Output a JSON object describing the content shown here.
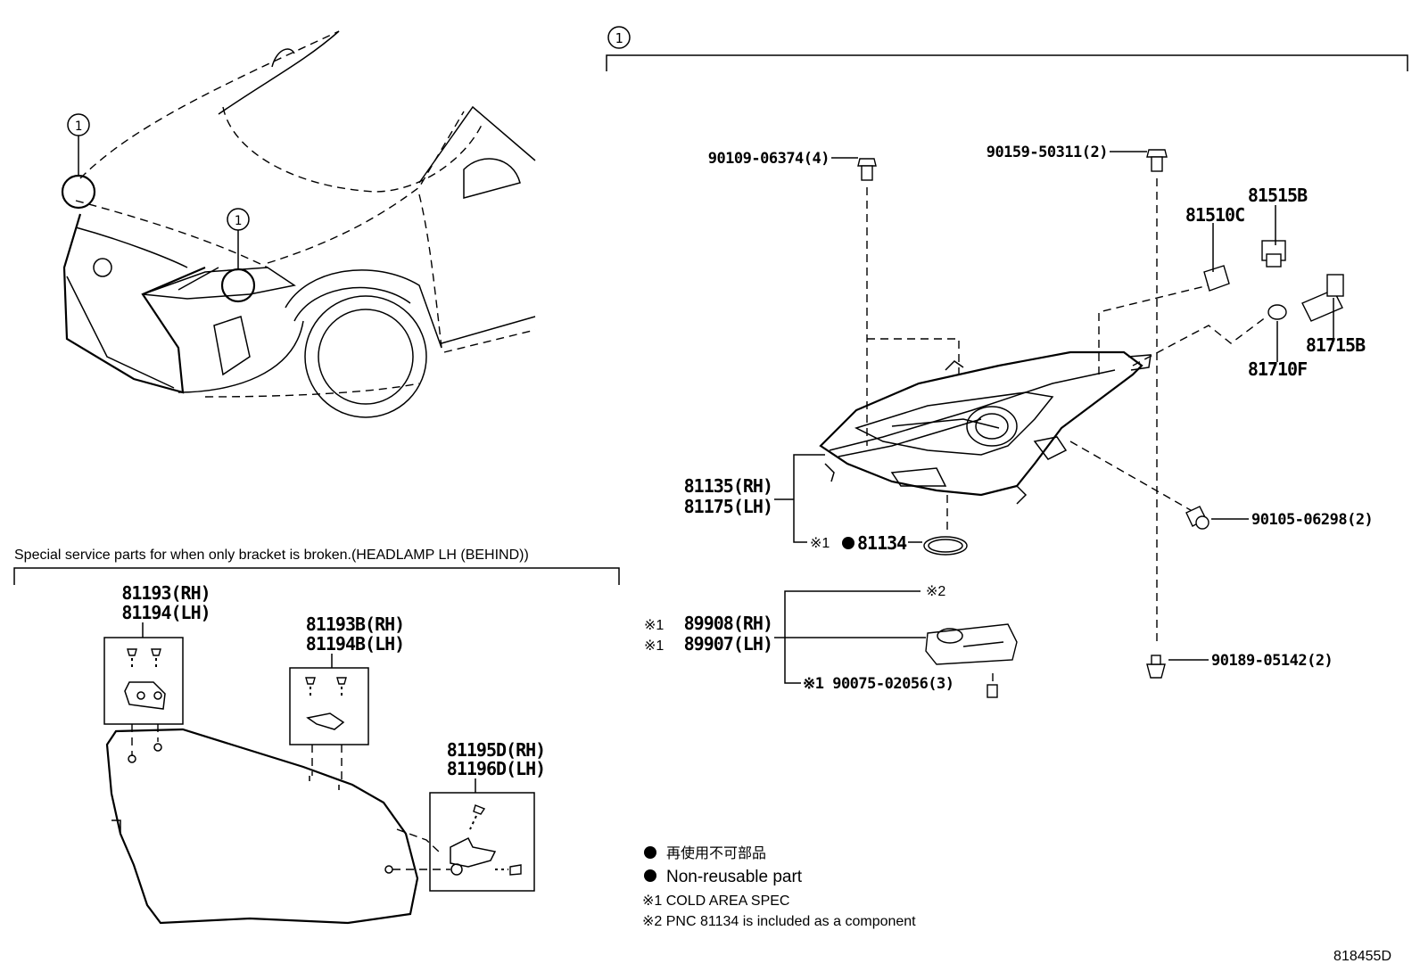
{
  "callout_num": "1",
  "callout_note": "※2",
  "car": {
    "callouts": [
      "1",
      "1"
    ]
  },
  "lamp_labels": {
    "bolt_a": "90109-06374(4)",
    "bolt_b": "90159-50311(2)",
    "socket_a": "81515B",
    "bulb_a": "81510C",
    "bulb_b": "81715B",
    "bulb_c": "81710F",
    "headlamp_rh": "81135(RH)",
    "headlamp_lh": "81175(LH)",
    "gasket_mark": "※1",
    "gasket": "81134",
    "screw_c": "90105-06298(2)",
    "clip": "90189-05142(2)",
    "computer_mark_rh": "※1",
    "computer_rh": "89908(RH)",
    "computer_mark_lh": "※1",
    "computer_lh": "89907(LH)",
    "screw_d": "※1 90075-02056(3)"
  },
  "bracket_section": {
    "title": "Special service parts for when only bracket is broken.(HEADLAMP LH (BEHIND))",
    "kit_a_rh": "81193(RH)",
    "kit_a_lh": "81194(LH)",
    "kit_b_rh": "81193B(RH)",
    "kit_b_lh": "81194B(LH)",
    "kit_c_rh": "81195D(RH)",
    "kit_c_lh": "81196D(LH)"
  },
  "legend": {
    "jp": "再使用不可部品",
    "en": "Non-reusable part",
    "note1": "※1 COLD AREA SPEC",
    "note2": "※2 PNC 81134 is included as a component"
  },
  "drawing_number": "818455D"
}
